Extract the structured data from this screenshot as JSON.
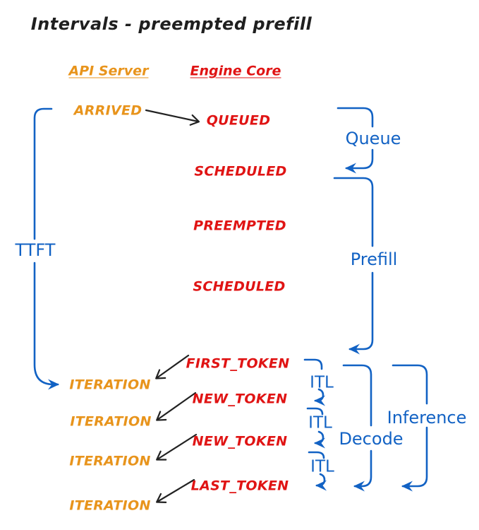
{
  "title": "Intervals - preempted prefill",
  "columns": {
    "api_server": "API Server",
    "engine_core": "Engine Core"
  },
  "events": {
    "arrived": "ARRIVED",
    "queued": "QUEUED",
    "scheduled_1": "SCHEDULED",
    "preempted": "PREEMPTED",
    "scheduled_2": "SCHEDULED",
    "first_token": "FIRST_TOKEN",
    "new_token_1": "NEW_TOKEN",
    "new_token_2": "NEW_TOKEN",
    "last_token": "LAST_TOKEN",
    "iteration_1": "ITERATION",
    "iteration_2": "ITERATION",
    "iteration_3": "ITERATION",
    "iteration_4": "ITERATION"
  },
  "intervals": {
    "ttft": "TTFT",
    "queue": "Queue",
    "prefill": "Prefill",
    "itl_1": "ITL",
    "itl_2": "ITL",
    "itl_3": "ITL",
    "decode": "Decode",
    "inference": "Inference"
  },
  "colors": {
    "api_server_orange": "#E8941C",
    "engine_core_red": "#E01414",
    "interval_blue": "#1262C4",
    "arrow_black": "#222222"
  }
}
